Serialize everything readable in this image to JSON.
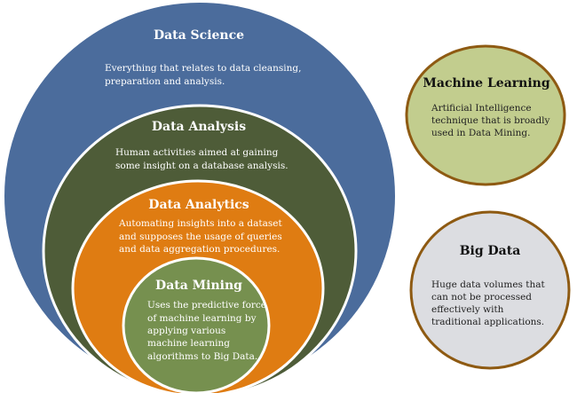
{
  "colors": {
    "data_science": "#4b6c9c",
    "data_analysis": "#4e5c38",
    "data_analytics": "#df7c12",
    "data_mining": "#76904f",
    "machine_learning": "#c2cd8e",
    "big_data": "#dcdde1",
    "side_border": "#8e5a12"
  },
  "nested": {
    "data_science": {
      "title": "Data Science",
      "lines": [
        "Everything that relates to data cleansing,",
        "preparation and analysis."
      ]
    },
    "data_analysis": {
      "title": "Data Analysis",
      "lines": [
        "Human activities aimed at gaining",
        "some insight on a database analysis."
      ]
    },
    "data_analytics": {
      "title": "Data Analytics",
      "lines": [
        "Automating insights into a dataset",
        "and supposes the usage of queries",
        "and data aggregation procedures."
      ]
    },
    "data_mining": {
      "title": "Data Mining",
      "lines": [
        "Uses the predictive force",
        "of machine learning by",
        "applying various",
        "machine learning",
        "algorithms to Big Data."
      ]
    }
  },
  "side": {
    "machine_learning": {
      "title": "Machine Learning",
      "lines": [
        "Artificial Intelligence",
        "technique that is broadly",
        "used in Data Mining."
      ]
    },
    "big_data": {
      "title": "Big Data",
      "lines": [
        "Huge data volumes that",
        "can not be processed",
        "effectively with",
        "traditional applications."
      ]
    }
  }
}
